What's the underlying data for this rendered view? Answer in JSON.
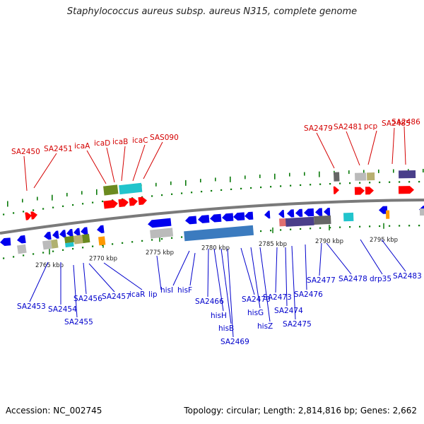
{
  "title": "Staphylococcus aureus subsp. aureus N315, complete genome",
  "footer": {
    "accession": "Accession: NC_002745",
    "stats": "Topology: circular; Length: 2,814,816 bp; Genes: 2,662"
  },
  "colors": {
    "forward_gene": "#ff0000",
    "reverse_gene": "#0000ee",
    "top_label": "#d40000",
    "bottom_label": "#0000cc",
    "backbone": "#7a7a7a",
    "tick": "#0a7a0a"
  },
  "ticks": [
    "2765 kbp",
    "2770 kbp",
    "2775 kbp",
    "2780 kbp",
    "2785 kbp",
    "2790 kbp",
    "2795 kbp"
  ],
  "top_labels": [
    "SA2450",
    "SA2451",
    "icaA",
    "icaD",
    "icaB",
    "icaC",
    "SAS090",
    "SA2479",
    "SA2481",
    "pcp",
    "SA2485",
    "SA2486"
  ],
  "bottom_labels": [
    "SA2453",
    "SA2454",
    "SA2455",
    "SA2456",
    "SA2457",
    "icaR",
    "lip",
    "hisI",
    "hisF",
    "SA2466",
    "hisH",
    "hisB",
    "SA2469",
    "SA2470",
    "hisG",
    "hisZ",
    "SA2473",
    "SA2474",
    "SA2475",
    "SA2476",
    "SA2477",
    "SA2478",
    "drp35",
    "SA2483"
  ]
}
